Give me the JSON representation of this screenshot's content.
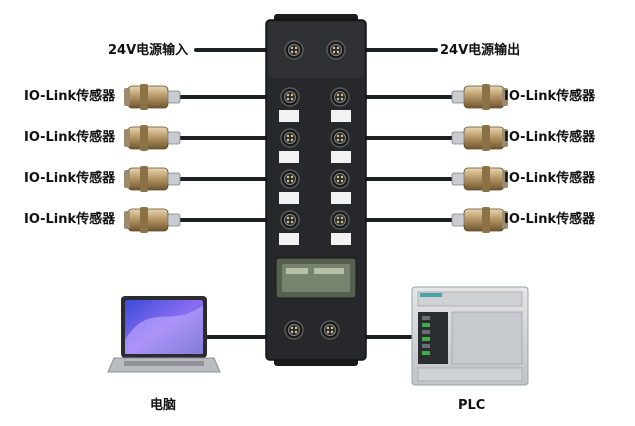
{
  "power": {
    "input_label": "24V电源输入",
    "output_label": "24V电源输出"
  },
  "sensors": {
    "left": [
      "IO-Link传感器",
      "IO-Link传感器",
      "IO-Link传感器",
      "IO-Link传感器"
    ],
    "right": [
      "IO-Link传感器",
      "IO-Link传感器",
      "IO-Link传感器",
      "IO-Link传感器"
    ]
  },
  "devices": {
    "laptop_label": "电脑",
    "plc_label": "PLC"
  },
  "colors": {
    "cable": "#1c1f24",
    "module_body": "#26282b",
    "sensor_body": "#b89a68",
    "plc_body": "#d7d9dc"
  }
}
